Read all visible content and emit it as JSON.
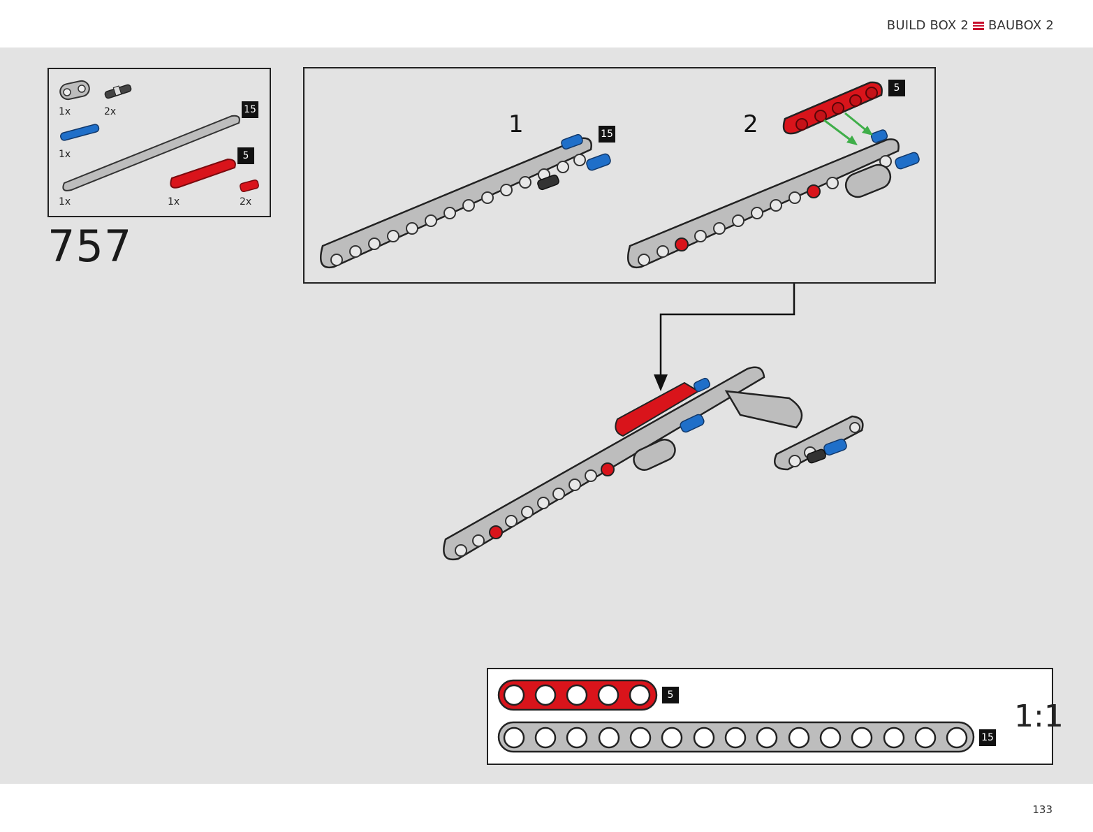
{
  "header": {
    "title_left": "BUILD BOX 2",
    "title_right": "BAUBOX 2",
    "menu_icon": "menu-icon"
  },
  "step": {
    "number": "757"
  },
  "parts": [
    {
      "id": "connector-gray",
      "qty": "1x"
    },
    {
      "id": "pin-black",
      "qty": "2x"
    },
    {
      "id": "pin-blue",
      "qty": "1x"
    },
    {
      "id": "beam-15-gray",
      "qty": "1x",
      "length": "15"
    },
    {
      "id": "beam-5-red",
      "qty": "1x",
      "length": "5"
    },
    {
      "id": "pin-red",
      "qty": "2x"
    }
  ],
  "substeps": [
    {
      "number": "1",
      "badge": "15"
    },
    {
      "number": "2",
      "badge": "5"
    }
  ],
  "ruler": {
    "red_beam": "5",
    "gray_beam": "15",
    "scale": "1:1"
  },
  "colors": {
    "red": "#d9141b",
    "gray": "#bdbdbd",
    "blue": "#1f6fc9",
    "green": "#3fae49",
    "background": "#e3e3e3"
  },
  "page": {
    "number": "133"
  }
}
